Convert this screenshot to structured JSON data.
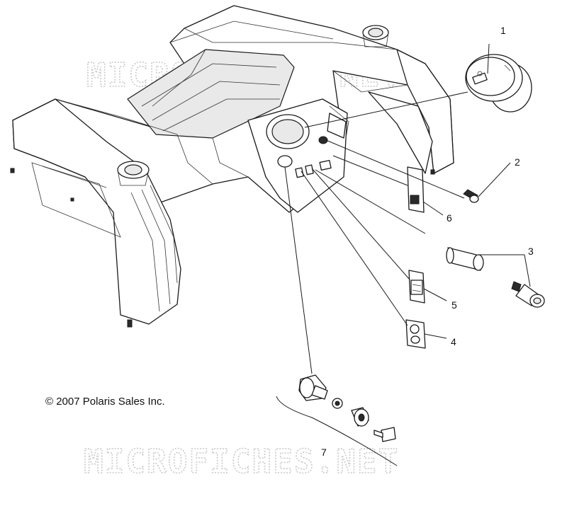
{
  "diagram": {
    "copyright": "© 2007 Polaris Sales Inc.",
    "watermark_top": "MICROFICHES.NET",
    "watermark_bottom": "MICROFICHES.NET",
    "callouts": [
      {
        "id": "1",
        "label": "1"
      },
      {
        "id": "2",
        "label": "2"
      },
      {
        "id": "3",
        "label": "3"
      },
      {
        "id": "4",
        "label": "4"
      },
      {
        "id": "5",
        "label": "5"
      },
      {
        "id": "6",
        "label": "6"
      },
      {
        "id": "7",
        "label": "7"
      }
    ]
  },
  "colors": {
    "line": "#1a1a1a",
    "watermark": "#c9c9c9",
    "background": "#ffffff"
  }
}
